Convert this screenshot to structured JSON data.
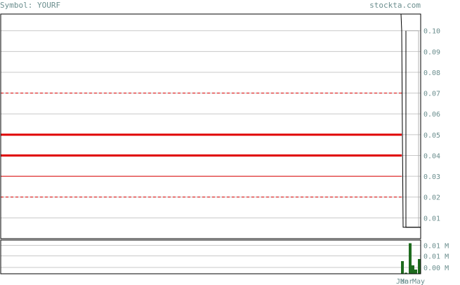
{
  "header": {
    "symbol_label": "Symbol: YOURF",
    "site_label": "stockta.com"
  },
  "colors": {
    "text": "#6b8e8e",
    "grid": "#c8c8c8",
    "frame": "#000000",
    "support_line": "#e00000",
    "price_line": "#000000",
    "volume_bar": "#1e6b1e"
  },
  "chart_data": [
    {
      "type": "line",
      "title": "",
      "y_ticks": [
        "0.01",
        "0.02",
        "0.03",
        "0.04",
        "0.05",
        "0.06",
        "0.07",
        "0.08",
        "0.09",
        "0.10"
      ],
      "ylim": [
        0.0,
        0.108
      ],
      "grid": true,
      "x_labels": [
        "Jan",
        "Mar",
        "May"
      ],
      "reference_lines": [
        {
          "value": 0.07,
          "style": "dashed",
          "weight": "thin"
        },
        {
          "value": 0.05,
          "style": "solid",
          "weight": "thick"
        },
        {
          "value": 0.04,
          "style": "solid",
          "weight": "thick"
        },
        {
          "value": 0.03,
          "style": "solid",
          "weight": "thin"
        },
        {
          "value": 0.02,
          "style": "dashed",
          "weight": "thin"
        }
      ],
      "series": [
        {
          "values": [
            0.108,
            0.1,
            0.05,
            0.0055,
            0.0055,
            0.0055,
            0.0055
          ]
        }
      ],
      "bands": [
        {
          "upper": 0.1,
          "lower": 0.0055
        }
      ]
    },
    {
      "type": "bar",
      "title": "",
      "y_ticks": [
        "0.00 M",
        "0.01 M",
        "0.01 M"
      ],
      "ylim": [
        0.0,
        0.016
      ],
      "values": [
        0.006,
        0.0005,
        0.0,
        0.0145,
        0.004,
        0.002,
        0.007
      ]
    }
  ]
}
